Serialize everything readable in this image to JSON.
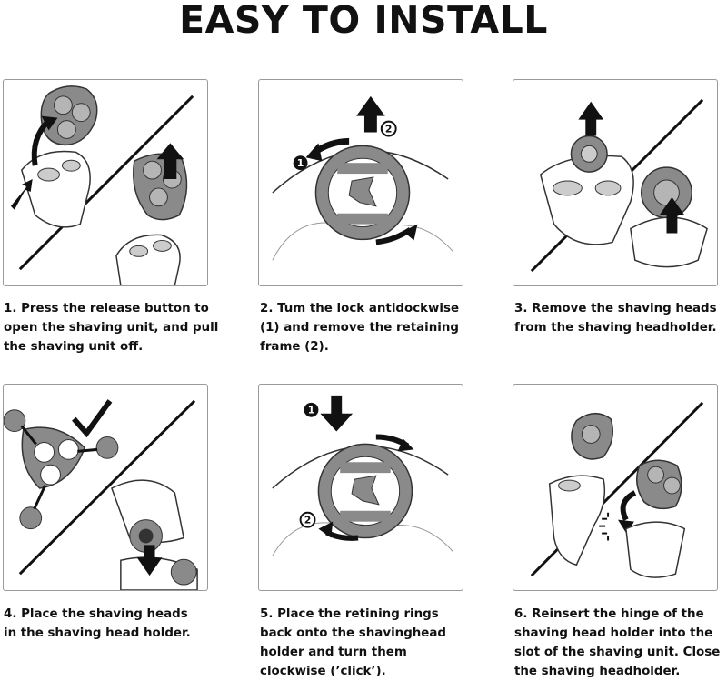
{
  "title": "EASY TO INSTALL",
  "steps": [
    {
      "caption": "1. Press the release button to\nopen the shaving unit, and pull\nthe shaving unit off."
    },
    {
      "caption": "2. Tum the lock antidockwise\n(1) and remove the retaining\nframe (2).",
      "badges": [
        "1",
        "2"
      ]
    },
    {
      "caption": "3. Remove the shaving heads\nfrom the shaving headholder."
    },
    {
      "caption": "4. Place the shaving heads\nin the shaving head holder."
    },
    {
      "caption": "5. Place the retining rings\nback onto the shavinghead\nholder and turn them\nclockwise (’click’).",
      "badges": [
        "1",
        "2"
      ]
    },
    {
      "caption": "6. Reinsert the hinge of the\nshaving head holder into the\nslot of the shaving unit. Close\nthe shaving headholder."
    }
  ],
  "colors": {
    "gray": "#8a8a8a",
    "dark": "#111111",
    "border": "#9a9a9a"
  }
}
